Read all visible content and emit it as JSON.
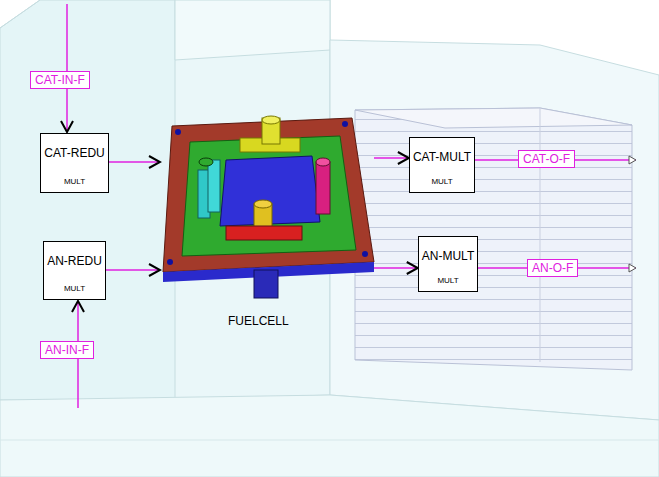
{
  "diagram": {
    "nodes": [
      {
        "text": [
          "CAT-REDU",
          "MULT"
        ]
      },
      {
        "text": [
          "CAT-MULT",
          "MULT"
        ]
      },
      {
        "text": [
          "AN-REDU",
          "MULT"
        ]
      },
      {
        "text": [
          "FUELCELL"
        ]
      },
      {
        "text": [
          "AN-MULT",
          "MULT"
        ]
      }
    ],
    "edges": [
      {
        "from": 0,
        "to": 3,
        "arrow": "to"
      },
      {
        "from": 2,
        "to": 3,
        "arrow": "to"
      },
      {
        "from": 3,
        "to": 1,
        "arrow": "to"
      },
      {
        "from": 3,
        "to": 4,
        "arrow": "to"
      }
    ],
    "labels": [
      "CAT-IN-F",
      "AN-IN-F",
      "CAT-O-F",
      "AN-O-F"
    ]
  }
}
